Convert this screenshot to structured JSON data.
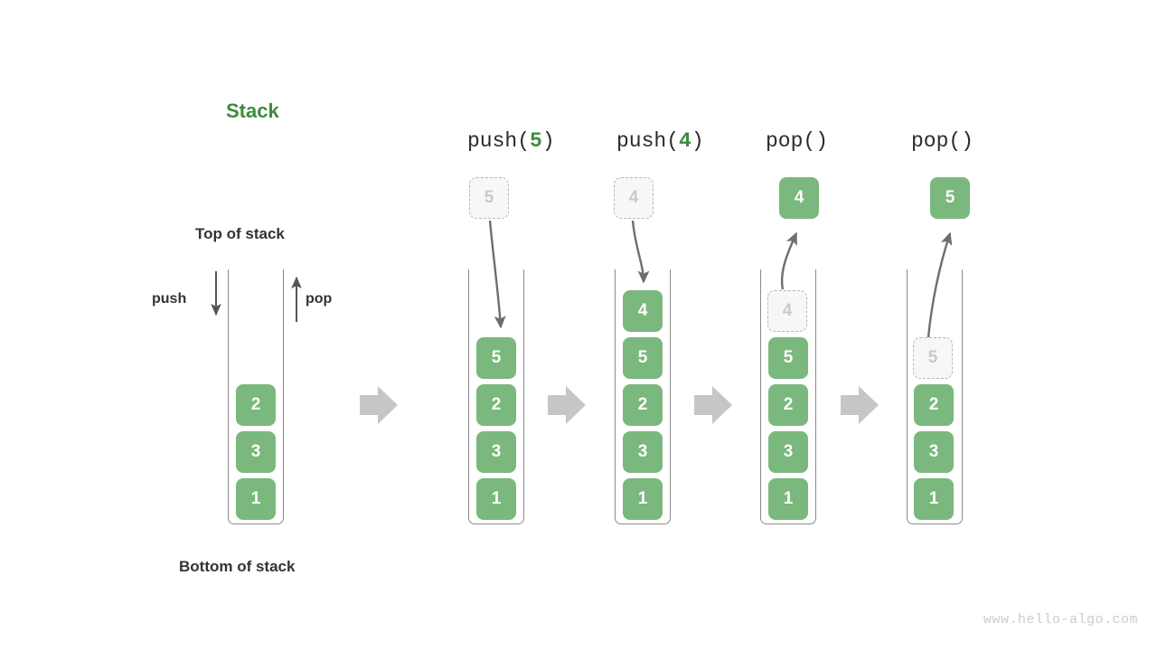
{
  "diagram": {
    "title": "Stack",
    "top_label": "Top of stack",
    "bottom_label": "Bottom of stack",
    "push_label": "push",
    "pop_label": "pop",
    "watermark": "www.hello-algo.com"
  },
  "colors": {
    "element": "#7ab87e",
    "title": "#3d8b40",
    "ghost_fill": "#f7f7f7",
    "ghost_border": "#b8b8b8",
    "ghost_text": "#c9c9c9",
    "container_border": "#8a8a8a",
    "arrow": "#6e6e6e",
    "transition_arrow": "#c6c6c6",
    "text": "#333333",
    "watermark": "#cccccc"
  },
  "columns": [
    {
      "id": "initial",
      "header_prefix": "",
      "header_arg": "",
      "header_suffix": "",
      "floating": null,
      "stack": [
        "2",
        "3",
        "1"
      ]
    },
    {
      "id": "push-5",
      "header_prefix": "push(",
      "header_arg": "5",
      "header_suffix": ")",
      "floating": {
        "value": "5",
        "style": "ghost"
      },
      "stack": [
        "5",
        "2",
        "3",
        "1"
      ]
    },
    {
      "id": "push-4",
      "header_prefix": "push(",
      "header_arg": "4",
      "header_suffix": ")",
      "floating": {
        "value": "4",
        "style": "ghost"
      },
      "stack": [
        "4",
        "5",
        "2",
        "3",
        "1"
      ]
    },
    {
      "id": "pop-1",
      "header_prefix": "pop(",
      "header_arg": "",
      "header_suffix": ")",
      "floating": {
        "value": "4",
        "style": "solid"
      },
      "stack_ghost_top": "4",
      "stack": [
        "5",
        "2",
        "3",
        "1"
      ]
    },
    {
      "id": "pop-2",
      "header_prefix": "pop(",
      "header_arg": "",
      "header_suffix": ")",
      "floating": {
        "value": "5",
        "style": "solid"
      },
      "stack_ghost_top": "5",
      "stack": [
        "2",
        "3",
        "1"
      ]
    }
  ],
  "transition_arrows": [
    {
      "name": "transition-arrow-1"
    },
    {
      "name": "transition-arrow-2"
    },
    {
      "name": "transition-arrow-3"
    },
    {
      "name": "transition-arrow-4"
    }
  ]
}
